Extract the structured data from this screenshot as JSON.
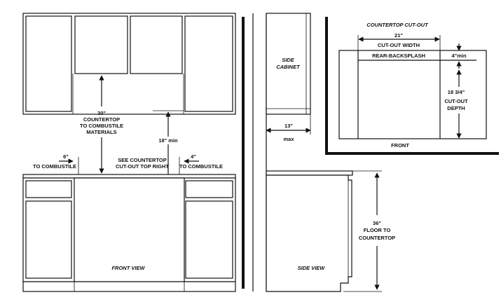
{
  "front": {
    "countertop_to_combustible": [
      "30\"",
      "COUNTERTOP",
      "TO COMBUSTILE",
      "MATERIALS"
    ],
    "min_clearance": "18\" min",
    "left_side": [
      "6\"",
      "TO COMBUSTILE"
    ],
    "right_side": [
      "4\"",
      "TO COMBUSTILE"
    ],
    "see_cutout": [
      "SEE COUNTERTOP",
      "CUT-OUT TOP RIGHT"
    ],
    "view_label": "FRONT VIEW"
  },
  "side": {
    "cabinet_label": [
      "SIDE",
      "CABINET"
    ],
    "depth": [
      "13\"",
      "max"
    ],
    "height": [
      "36\"",
      "FLOOR TO",
      "COUNTERTOP"
    ],
    "view_label": "SIDE VIEW"
  },
  "cutout": {
    "title": "COUNTERTOP CUT-OUT",
    "width": [
      "21\"",
      "CUT-OUT WIDTH"
    ],
    "backsplash": "REAR-BACKSPLASH",
    "backsplash_min": "4\"min",
    "depth": [
      "18 3/4\"",
      "CUT-OUT",
      "DEPTH"
    ],
    "front_label": "FRONT"
  }
}
